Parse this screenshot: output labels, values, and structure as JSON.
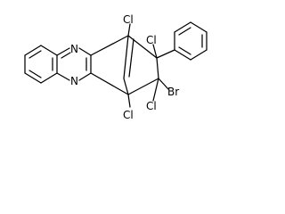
{
  "structure": {
    "atom_labels": {
      "n_top": "N",
      "n_bottom": "N",
      "cl_bridgehead_top": "Cl",
      "cl_bridge_top": "Cl",
      "cl_bridgehead_bottom": "Cl",
      "cl_bridge_bottom": "Cl",
      "br": "Br"
    },
    "colors": {
      "bond": "#000000",
      "label": "#000000",
      "background": "#ffffff"
    }
  }
}
